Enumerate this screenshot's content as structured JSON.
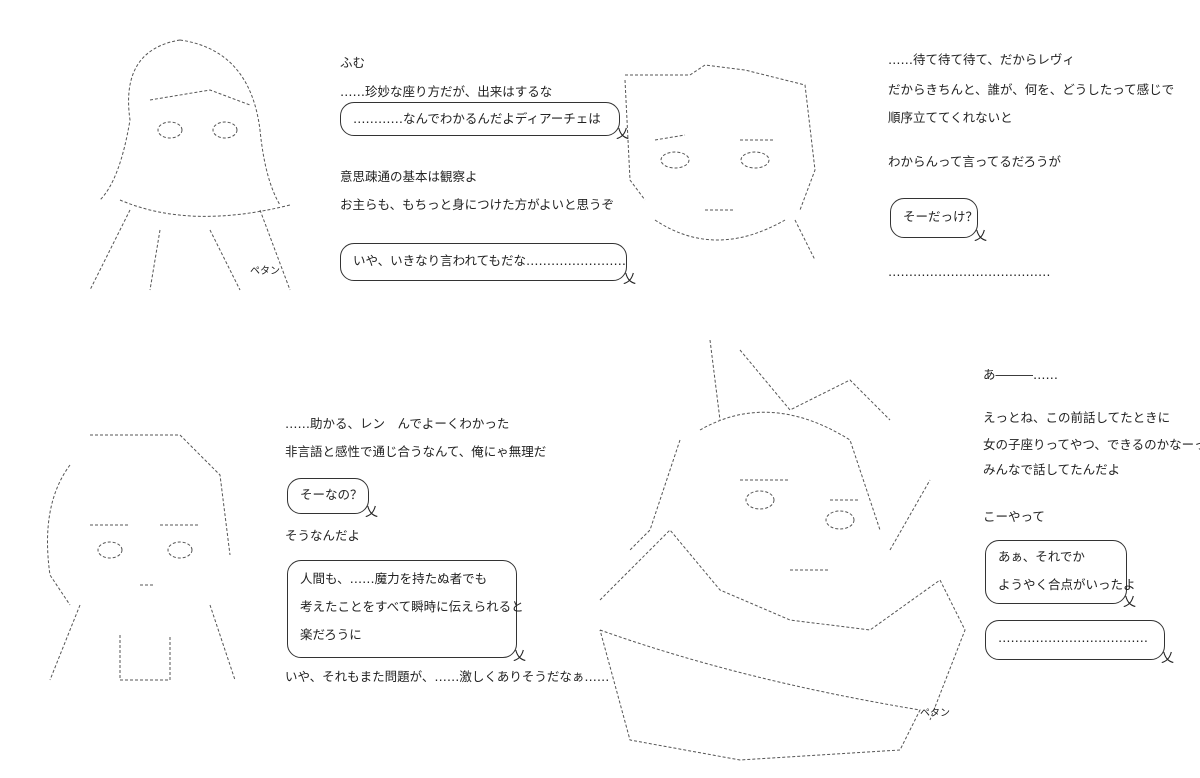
{
  "block1": {
    "lines": [
      "ふむ",
      "……珍妙な座り方だが、出来はするな"
    ],
    "bubble1": "…………なんでわかるんだよディアーチェは",
    "lines2": [
      "意思疎通の基本は観察よ",
      "お主らも、もちっと身につけた方がよいと思うぞ"
    ],
    "bubble2": "いや、いきなり言われてもだな……………………"
  },
  "block2": {
    "lines": [
      "……待て待て待て、だからレヴィ",
      "だからきちんと、誰が、何を、どうしたって感じで",
      "順序立ててくれないと",
      "わからんって言ってるだろうが"
    ],
    "bubble": "そーだっけ？",
    "trailing": "…………………………………"
  },
  "block3": {
    "lines": [
      "……助かる、レン　んでよーくわかった",
      "非言語と感性で通じ合うなんて、俺にゃ無理だ"
    ],
    "bubble1": "そーなの？",
    "line3": "そうなんだよ",
    "bubble2": [
      "人間も、……魔力を持たぬ者でも",
      "考えたことをすべて瞬時に伝えられると",
      "楽だろうに"
    ],
    "last": "いや、それもまた問題が、……激しくありそうだなぁ……"
  },
  "block4": {
    "lines": [
      "あ―――……",
      "えっとね、この前話してたときに",
      "女の子座りってやつ、できるのかなーって",
      "みんなで話してたんだよ",
      "こーやって"
    ],
    "bubble1": [
      "あぁ、それでか",
      "ようやく合点がいったよ"
    ],
    "bubble2": "………………………………"
  },
  "art": {
    "sfx1": "ペタン",
    "sfx2": "ペタン"
  },
  "bubble_tail": "乂"
}
